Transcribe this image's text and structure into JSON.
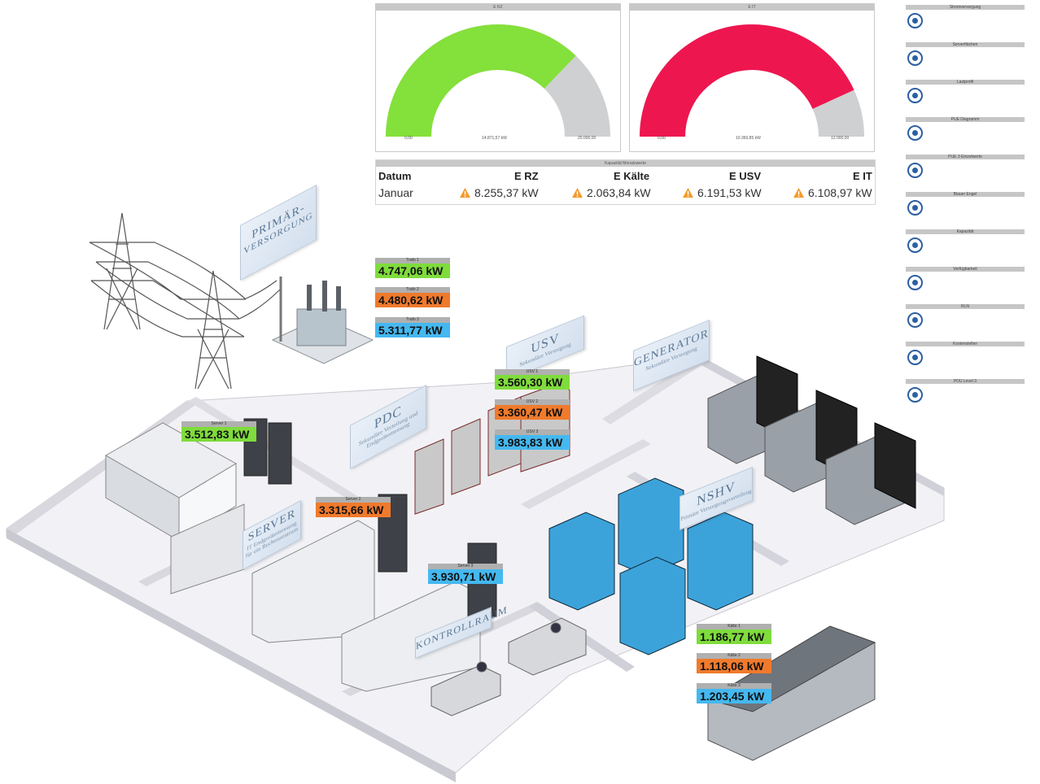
{
  "gauges": [
    {
      "title": "E RZ",
      "value": 14871.57,
      "max": 20000,
      "min_label": "0,00",
      "value_label": "14.871,57 kW",
      "max_label": "20.000,00",
      "color": "#84e03a"
    },
    {
      "title": "E IT",
      "value": 10360.85,
      "max": 12000,
      "min_label": "0,00",
      "value_label": "10.360,85 kW",
      "max_label": "12.000,00",
      "color": "#ee164f"
    }
  ],
  "table": {
    "title": "Kapazität Monatswerte",
    "headers": [
      "Datum",
      "E RZ",
      "E Kälte",
      "E USV",
      "E IT"
    ],
    "row": [
      "Januar",
      "8.255,37 kW",
      "2.063,84 kW",
      "6.191,53 kW",
      "6.108,97 kW"
    ]
  },
  "sidebar": {
    "items": [
      {
        "label": "Stromversorgung"
      },
      {
        "label": "Serverflächen"
      },
      {
        "label": "Lastprofil"
      },
      {
        "label": "PUE Diagramm"
      },
      {
        "label": "PUE 3 Einzelwerte"
      },
      {
        "label": "Blauer Engel"
      },
      {
        "label": "Kapazität"
      },
      {
        "label": "Verfügbarkeit"
      },
      {
        "label": "RLN"
      },
      {
        "label": "Kostenstellen"
      },
      {
        "label": "PDU Level 3"
      }
    ]
  },
  "tags": {
    "trafo1": {
      "caption": "Trafo 1",
      "value": "4.747,06 kW"
    },
    "trafo2": {
      "caption": "Trafo 2",
      "value": "4.480,62 kW"
    },
    "trafo3": {
      "caption": "Trafo 3",
      "value": "5.311,77 kW"
    },
    "usv1": {
      "caption": "USV 1",
      "value": "3.560,30 kW"
    },
    "usv2": {
      "caption": "USV 2",
      "value": "3.360,47 kW"
    },
    "usv3": {
      "caption": "USV 3",
      "value": "3.983,83 kW"
    },
    "server1": {
      "caption": "Server 1",
      "value": "3.512,83 kW"
    },
    "server2": {
      "caption": "Server 2",
      "value": "3.315,66 kW"
    },
    "server3": {
      "caption": "Server 3",
      "value": "3.930,71 kW"
    },
    "kaelte1": {
      "caption": "Kälte 1",
      "value": "1.186,77 kW"
    },
    "kaelte2": {
      "caption": "Kälte 2",
      "value": "1.118,06 kW"
    },
    "kaelte3": {
      "caption": "Kälte 3",
      "value": "1.203,45 kW"
    }
  },
  "signs": {
    "primaer": {
      "line1": "PRIMÄR-",
      "line2": "VERSORGUNG"
    },
    "usv": {
      "title": "USV",
      "sub": "Sekundäre Versorgung"
    },
    "generator": {
      "title": "GENERATOR",
      "sub": "Sekundäre Versorgung"
    },
    "pdc": {
      "title": "PDC",
      "sub": "Sekundäre Verteilung und Endgerätemessung"
    },
    "server": {
      "title": "SERVER",
      "sub": "IT Endgerätemessung für ein Rechenzentrum"
    },
    "nshv": {
      "title": "NSHV",
      "sub": "Primäre Versorgungsverteilung"
    },
    "kontrollraum": {
      "title": "KONTROLLRAUM"
    }
  }
}
